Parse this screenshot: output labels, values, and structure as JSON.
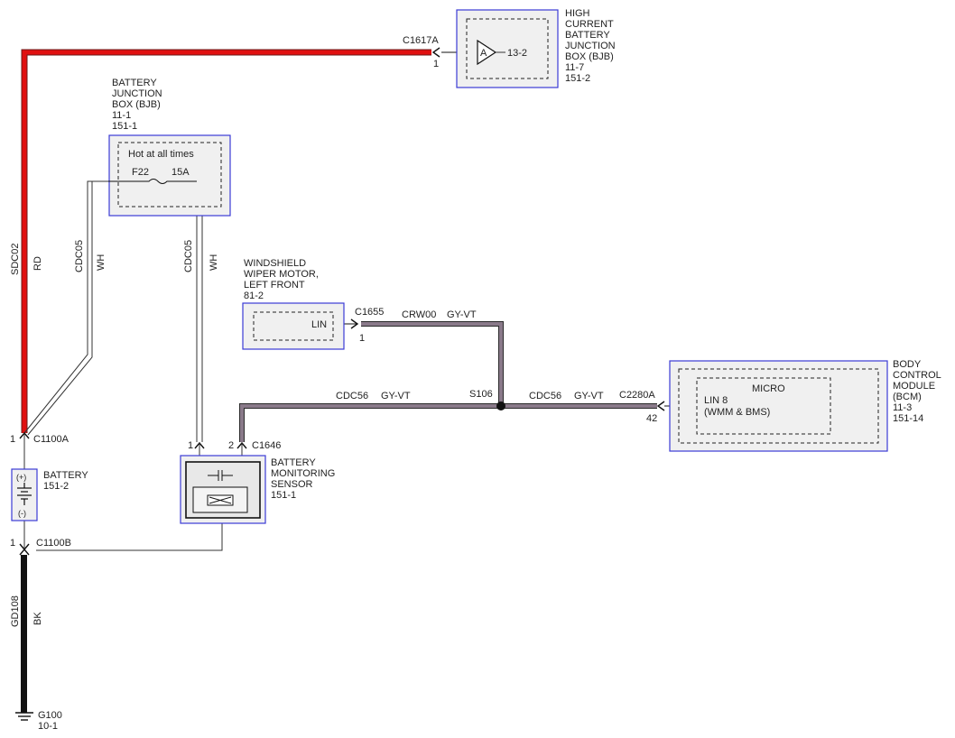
{
  "components": {
    "hcbjb": {
      "lines": [
        "HIGH",
        "CURRENT",
        "BATTERY",
        "JUNCTION",
        "BOX (BJB)",
        "11-7",
        "151-2"
      ],
      "pin_label": "A",
      "pin_ref": "13-2"
    },
    "bjb": {
      "lines": [
        "BATTERY",
        "JUNCTION",
        "BOX (BJB)",
        "11-1",
        "151-1"
      ],
      "inner_title": "Hot at all times",
      "fuse_id": "F22",
      "fuse_rating": "15A"
    },
    "wiper": {
      "lines": [
        "WINDSHIELD",
        "WIPER MOTOR,",
        "LEFT FRONT",
        "81-2"
      ],
      "pin_label": "LIN"
    },
    "bcm": {
      "lines": [
        "BODY",
        "CONTROL",
        "MODULE",
        "(BCM)",
        "11-3",
        "151-14"
      ],
      "micro_title": "MICRO",
      "micro_lines": [
        "LIN 8",
        "(WMM & BMS)"
      ]
    },
    "battery": {
      "lines": [
        "BATTERY",
        "151-2"
      ],
      "plus": "(+)",
      "minus": "(-)"
    },
    "bms": {
      "lines": [
        "BATTERY",
        "MONITORING",
        "SENSOR",
        "151-1"
      ]
    },
    "ground": {
      "lines": [
        "G100",
        "10-1"
      ]
    }
  },
  "connectors": {
    "c1617a": {
      "name": "C1617A",
      "pin": "1"
    },
    "c1655": {
      "name": "C1655",
      "pin": "1"
    },
    "c2280a": {
      "name": "C2280A",
      "pin": "42"
    },
    "c1100a": {
      "name": "C1100A",
      "pin": "1"
    },
    "c1100b": {
      "name": "C1100B",
      "pin": "1"
    },
    "c1646": {
      "name": "C1646",
      "pin1": "1",
      "pin2": "2"
    },
    "s106": {
      "name": "S106"
    }
  },
  "wires": {
    "sdc02": {
      "circuit": "SDC02",
      "color_code": "RD",
      "color": "#e01010"
    },
    "cdc05_left": {
      "circuit": "CDC05",
      "color_code": "WH"
    },
    "cdc05_right": {
      "circuit": "CDC05",
      "color_code": "WH"
    },
    "crw00": {
      "circuit": "CRW00",
      "color_code": "GY-VT",
      "color": "#5a4a5a"
    },
    "cdc56_left": {
      "circuit": "CDC56",
      "color_code": "GY-VT",
      "color": "#5a4a5a"
    },
    "cdc56_right": {
      "circuit": "CDC56",
      "color_code": "GY-VT",
      "color": "#5a4a5a"
    },
    "gd108": {
      "circuit": "GD108",
      "color_code": "BK",
      "color": "#111111"
    }
  },
  "colors": {
    "box_border": "#3b3bd6",
    "box_fill": "#f0f0f0"
  }
}
